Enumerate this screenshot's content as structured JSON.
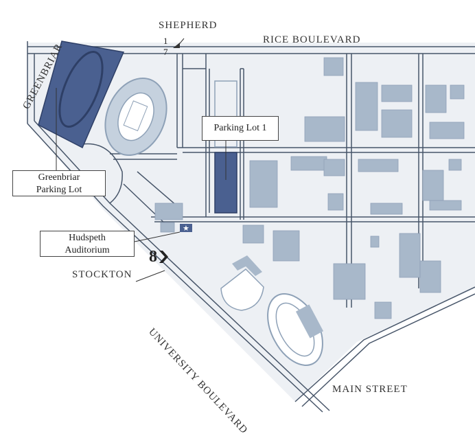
{
  "streets": {
    "shepherd": "SHEPHERD",
    "rice_boulevard": "RICE BOULEVARD",
    "greenbriar": "GREENBRIAR",
    "stockton": "STOCKTON",
    "university_boulevard": "UNIVERSITY BOULEVARD",
    "main_street": "MAIN STREET"
  },
  "callouts": {
    "parking_lot_1": "Parking Lot 1",
    "greenbriar_line1": "Greenbriar",
    "greenbriar_line2": "Parking Lot",
    "hudspeth_line1": "Hudspeth",
    "hudspeth_line2": "Auditorium"
  },
  "entrances": {
    "shepherd_gate_top": "1",
    "shepherd_gate_bottom": "7",
    "stockton_gate": "8"
  },
  "colors": {
    "road": "#475569",
    "block_fill": "#edf0f4",
    "building": "#a8b8ca",
    "parking": "#4a6090",
    "stadium_fill": "#c5d1de"
  }
}
